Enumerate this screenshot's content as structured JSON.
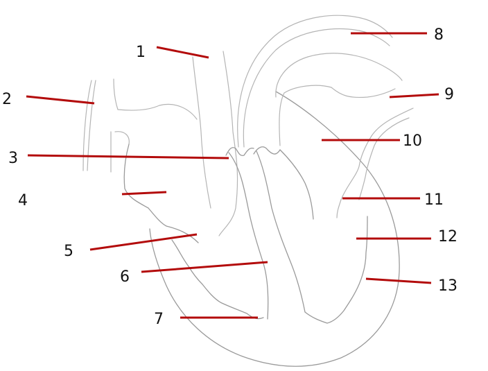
{
  "diagram": {
    "leader_color": "#b30b0b",
    "outline_color": "#9a9a9a",
    "labels": [
      {
        "id": "1",
        "text": "1"
      },
      {
        "id": "2",
        "text": "2"
      },
      {
        "id": "3",
        "text": "3"
      },
      {
        "id": "4",
        "text": "4"
      },
      {
        "id": "5",
        "text": "5"
      },
      {
        "id": "6",
        "text": "6"
      },
      {
        "id": "7",
        "text": "7"
      },
      {
        "id": "8",
        "text": "8"
      },
      {
        "id": "9",
        "text": "9"
      },
      {
        "id": "10",
        "text": "10"
      },
      {
        "id": "11",
        "text": "11"
      },
      {
        "id": "12",
        "text": "12"
      },
      {
        "id": "13",
        "text": "13"
      }
    ]
  }
}
